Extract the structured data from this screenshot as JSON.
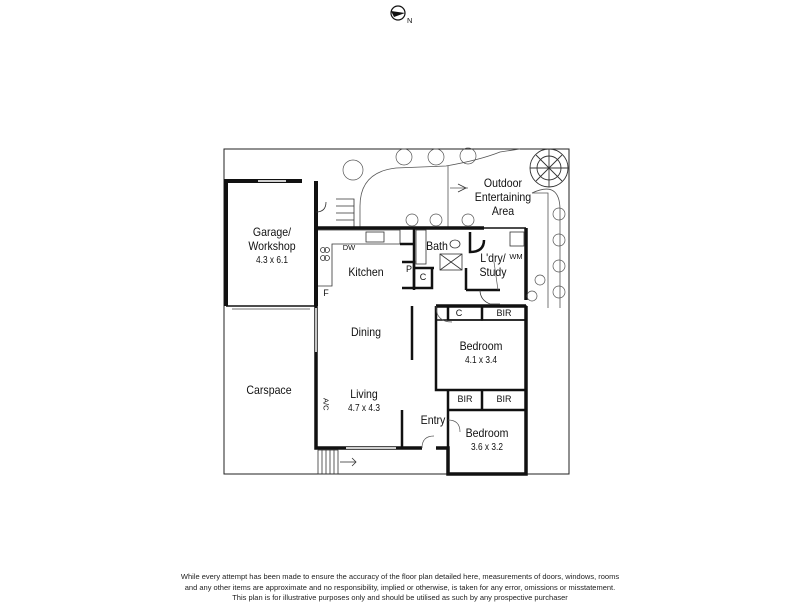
{
  "compass": {
    "north_label": "N"
  },
  "rooms": {
    "garage": {
      "name_line1": "Garage/",
      "name_line2": "Workshop",
      "dims": "4.3 x 6.1"
    },
    "outdoor": {
      "line1": "Outdoor",
      "line2": "Entertaining",
      "line3": "Area"
    },
    "kitchen": {
      "name": "Kitchen"
    },
    "bath": {
      "name": "Bath"
    },
    "laundry": {
      "name_line1": "L'dry/",
      "name_line2": "Study"
    },
    "dining": {
      "name": "Dining"
    },
    "living": {
      "name": "Living",
      "dims": "4.7 x 4.3"
    },
    "carspace": {
      "name": "Carspace"
    },
    "bedroom1": {
      "name": "Bedroom",
      "dims": "4.1 x 3.4"
    },
    "bedroom2": {
      "name": "Bedroom",
      "dims": "3.6 x 3.2"
    },
    "entry": {
      "name": "Entry"
    }
  },
  "fixtures": {
    "dw": "DW",
    "wm": "WM",
    "pantry": "P",
    "cupboard_hall": "C",
    "cupboard_bed": "C",
    "fridge": "F",
    "ac": "A/C",
    "bir1": "BIR",
    "bir2": "BIR",
    "bir3": "BIR"
  },
  "disclaimer": {
    "line1": "While every attempt has been made to ensure the accuracy of the floor plan detailed here, measurements of doors, windows, rooms",
    "line2": "and any other items are approximate and no responsibility, implied or otherwise, is taken for any error, omissions or misstatement.",
    "line3": "This plan is for illustrative purposes only and should be utilised as such by any prospective purchaser"
  }
}
